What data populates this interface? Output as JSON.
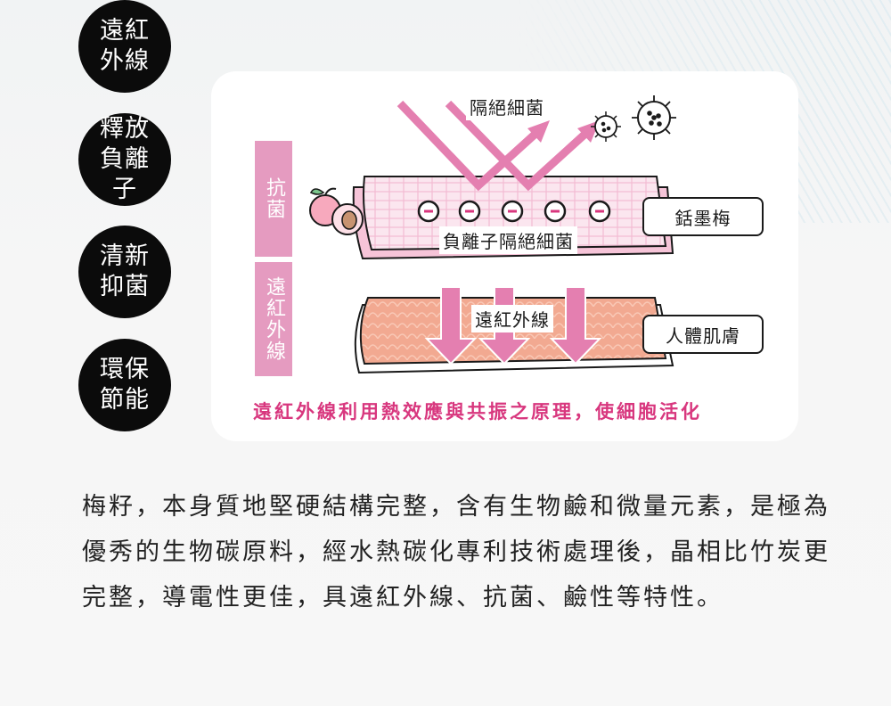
{
  "features": [
    {
      "label": "遠紅外線"
    },
    {
      "label": "釋放負離子"
    },
    {
      "label": "清新抑菌"
    },
    {
      "label": "環保節能"
    }
  ],
  "diagram": {
    "label_antibacterial": "抗菌",
    "label_far_infrared": "遠紅外線",
    "text_isolate_bacteria": "隔絕細菌",
    "text_negative_ions": "負離子隔絕細菌",
    "text_far_infrared": "遠紅外線",
    "tag_material": "銛墨梅",
    "tag_skin": "人體肌膚",
    "caption": "遠紅外線利用熱效應與共振之原理，使細胞活化"
  },
  "description": "梅籽，本身質地堅硬結構完整，含有生物鹼和微量元素，是極為優秀的生物碳原料，經水熱碳化專利技術處理後，晶相比竹炭更完整，導電性更佳，具遠紅外線、抗菌、鹼性等特性。",
  "colors": {
    "pink_accent": "#d8377e",
    "pink_label": "#e59bc0",
    "pink_arrow": "#e47fb0",
    "dark_circle": "#0b0b0b"
  }
}
